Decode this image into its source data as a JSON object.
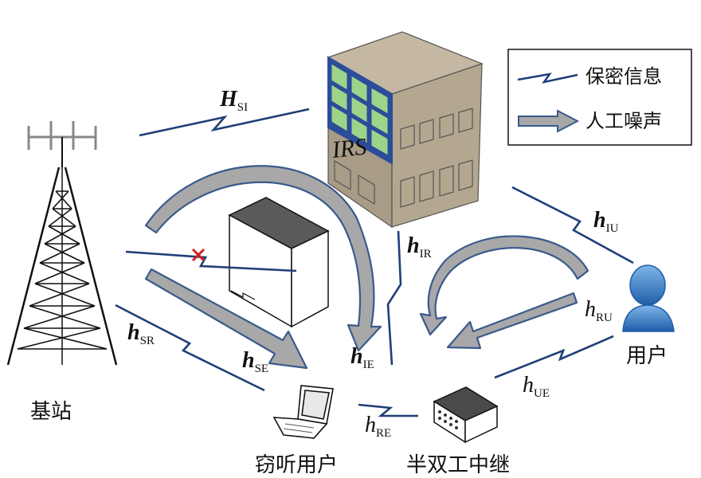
{
  "legend": {
    "items": [
      {
        "label": "保密信息",
        "icon": "zigzag-signal-icon"
      },
      {
        "label": "人工噪声",
        "icon": "arrow-icon"
      }
    ]
  },
  "nodes": {
    "base_station": "基站",
    "irs": "IRS",
    "user": "用户",
    "eavesdropper": "窃听用户",
    "relay": "半双工中继"
  },
  "channels": {
    "H_SI": {
      "main": "H",
      "sub": "SI",
      "bold": true
    },
    "h_SR": {
      "main": "h",
      "sub": "SR",
      "bold": true
    },
    "h_SE": {
      "main": "h",
      "sub": "SE",
      "bold": true
    },
    "h_IR": {
      "main": "h",
      "sub": "IR",
      "bold": true
    },
    "h_IE": {
      "main": "h",
      "sub": "IE",
      "bold": true
    },
    "h_IU": {
      "main": "h",
      "sub": "IU",
      "bold": true
    },
    "h_RU": {
      "main": "h",
      "sub": "RU",
      "bold": false
    },
    "h_UE": {
      "main": "h",
      "sub": "UE",
      "bold": false
    },
    "h_RE": {
      "main": "h",
      "sub": "RE",
      "bold": false
    }
  },
  "colors": {
    "signal": "#1f3f78",
    "noise_fill": "#a8a8a8",
    "noise_stroke": "#3a5a8c",
    "irs_wall": "#b5a994",
    "irs_panel": "#9dd48a",
    "user_blue": "#3b7fc4"
  }
}
